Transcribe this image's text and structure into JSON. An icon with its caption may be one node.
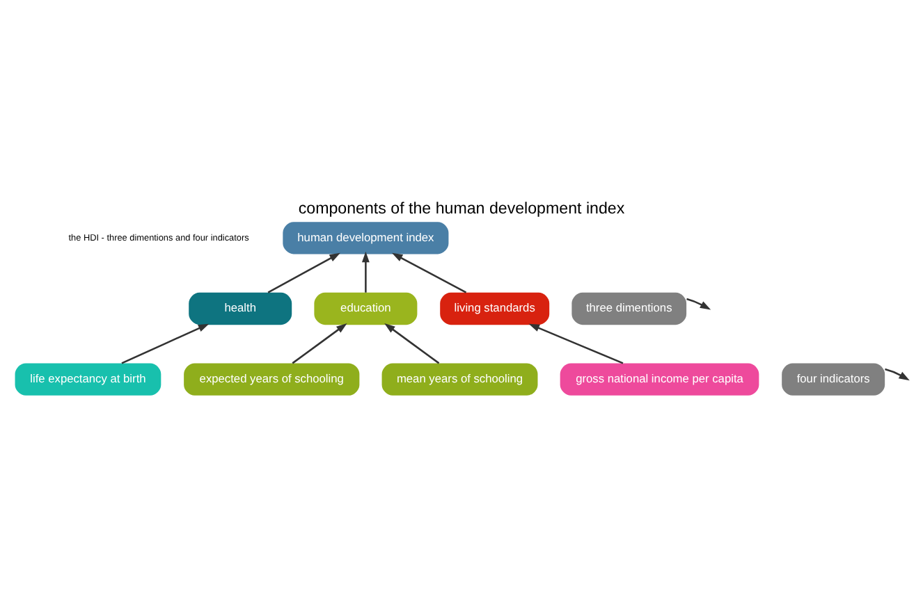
{
  "diagram": {
    "title": "components of the human development index",
    "nodes": [
      {
        "text": [
          "human development index"
        ]
      },
      {
        "text": [
          "health"
        ]
      },
      {
        "text": [
          "education"
        ]
      },
      {
        "text": [
          "living standards"
        ]
      },
      {
        "text": [
          "three dimentions"
        ]
      },
      {
        "text": [
          "life expectancy at birth"
        ]
      },
      {
        "text": [
          "expected years of schooling"
        ]
      },
      {
        "text": [
          "mean years of schooling"
        ]
      },
      {
        "text": [
          "gross national income per capita"
        ]
      },
      {
        "text": [
          "four indicators"
        ]
      }
    ],
    "edges": [
      {
        "from": 1,
        "to": 0,
        "arrow": "to"
      },
      {
        "from": 2,
        "to": 0,
        "arrow": "to"
      },
      {
        "from": 3,
        "to": 0,
        "arrow": "to"
      },
      {
        "from": 4,
        "to": null,
        "arrow": "to"
      },
      {
        "from": 5,
        "to": 1,
        "arrow": "to"
      },
      {
        "from": 6,
        "to": 2,
        "arrow": "to"
      },
      {
        "from": 7,
        "to": 2,
        "arrow": "to"
      },
      {
        "from": 8,
        "to": 3,
        "arrow": "to"
      },
      {
        "from": 9,
        "to": null,
        "arrow": "to"
      }
    ],
    "labels": [
      "the HDI - three dimentions and four indicators"
    ]
  }
}
